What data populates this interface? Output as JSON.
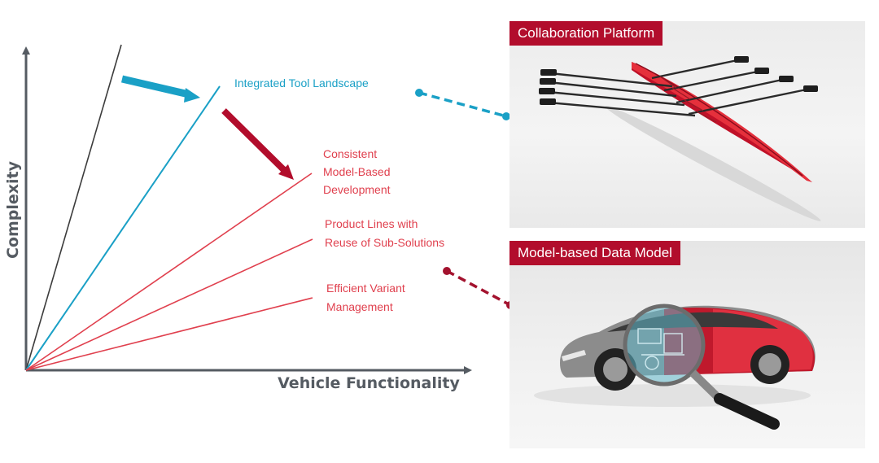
{
  "axes": {
    "x_label": "Vehicle Functionality",
    "y_label": "Complexity"
  },
  "lines": [
    {
      "id": "baseline",
      "label": "",
      "color": "#3c3c3c"
    },
    {
      "id": "integrated-tool-landscape",
      "label": "Integrated Tool Landscape",
      "color": "#1aa0c6"
    },
    {
      "id": "consistent-mbd",
      "label": "Consistent Model-Based Development",
      "label_lines": [
        "Consistent",
        "Model-Based",
        "Development"
      ],
      "color": "#e0404e"
    },
    {
      "id": "product-lines",
      "label": "Product Lines with Reuse of Sub-Solutions",
      "label_lines": [
        "Product Lines with",
        "Reuse of Sub-Solutions"
      ],
      "color": "#e0404e"
    },
    {
      "id": "efficient-variant",
      "label": "Efficient Variant Management",
      "label_lines": [
        "Efficient Variant",
        "Management"
      ],
      "color": "#e0404e"
    }
  ],
  "colors": {
    "accent_blue": "#1aa0c6",
    "accent_red": "#b20d2c",
    "label_red": "#e0404e",
    "axis_gray": "#555b62"
  },
  "panels": {
    "collaboration": {
      "title": "Collaboration Platform",
      "image_icon": "rowing-boat-image"
    },
    "data_model": {
      "title": "Model-based Data Model",
      "image_icon": "car-magnifier-image"
    }
  }
}
